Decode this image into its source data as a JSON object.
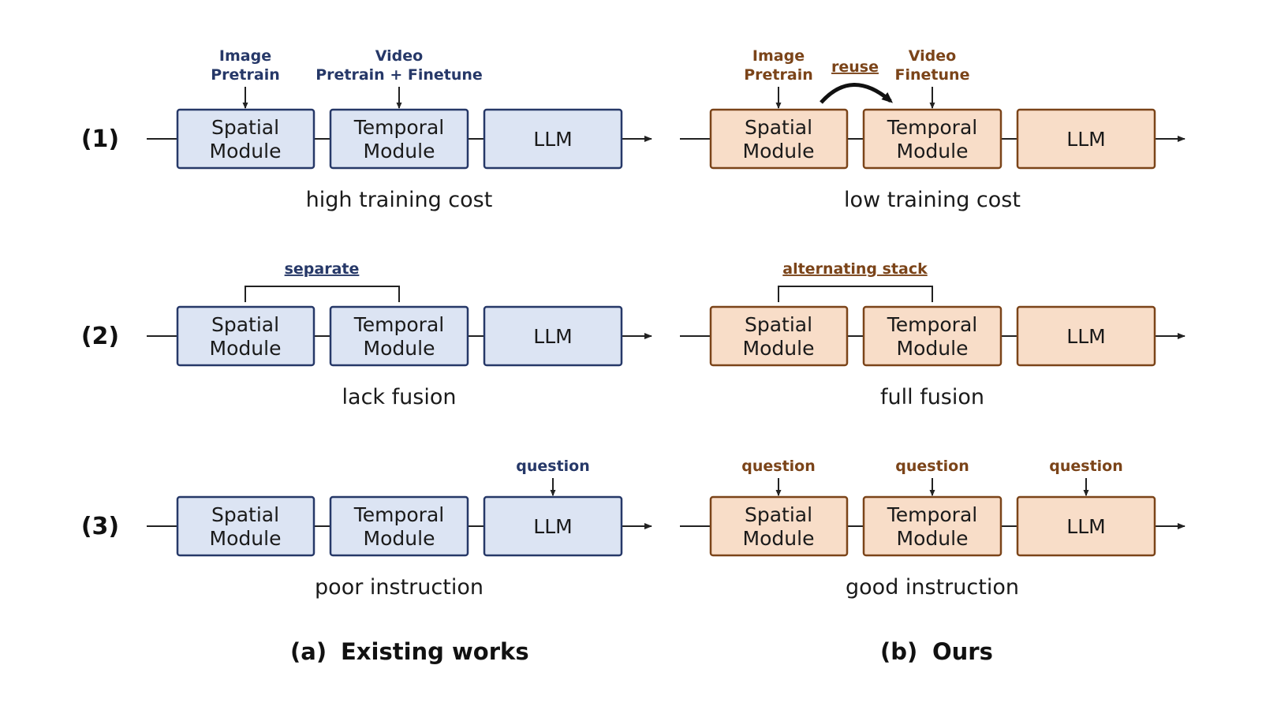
{
  "rows": [
    {
      "label": "(1)",
      "existing": {
        "spatial": [
          "Spatial",
          "Module"
        ],
        "temporal": [
          "Temporal",
          "Module"
        ],
        "llm": "LLM",
        "image_note": [
          "Image",
          "Pretrain"
        ],
        "video_note": [
          "Video",
          "Pretrain + Finetune"
        ],
        "caption": "high training cost"
      },
      "ours": {
        "spatial": [
          "Spatial",
          "Module"
        ],
        "temporal": [
          "Temporal",
          "Module"
        ],
        "llm": "LLM",
        "image_note": [
          "Image",
          "Pretrain"
        ],
        "reuse_note": "reuse",
        "video_note": [
          "Video",
          "Finetune"
        ],
        "caption": "low training cost"
      }
    },
    {
      "label": "(2)",
      "existing": {
        "spatial": [
          "Spatial",
          "Module"
        ],
        "temporal": [
          "Temporal",
          "Module"
        ],
        "llm": "LLM",
        "bracket_note": "separate",
        "caption": "lack fusion"
      },
      "ours": {
        "spatial": [
          "Spatial",
          "Module"
        ],
        "temporal": [
          "Temporal",
          "Module"
        ],
        "llm": "LLM",
        "bracket_note": "alternating stack",
        "caption": "full fusion"
      }
    },
    {
      "label": "(3)",
      "existing": {
        "spatial": [
          "Spatial",
          "Module"
        ],
        "temporal": [
          "Temporal",
          "Module"
        ],
        "llm": "LLM",
        "question_note": "question",
        "caption": "poor instruction"
      },
      "ours": {
        "spatial": [
          "Spatial",
          "Module"
        ],
        "temporal": [
          "Temporal",
          "Module"
        ],
        "llm": "LLM",
        "question_notes": [
          "question",
          "question",
          "question"
        ],
        "caption": "good instruction"
      }
    }
  ],
  "panels": {
    "a": {
      "tag": "(a)",
      "title": "Existing works"
    },
    "b": {
      "tag": "(b)",
      "title": "Ours"
    }
  },
  "colors": {
    "existing_fill": "#dce4f3",
    "existing_stroke": "#263868",
    "ours_fill": "#f8ddc8",
    "ours_stroke": "#7b4419"
  }
}
